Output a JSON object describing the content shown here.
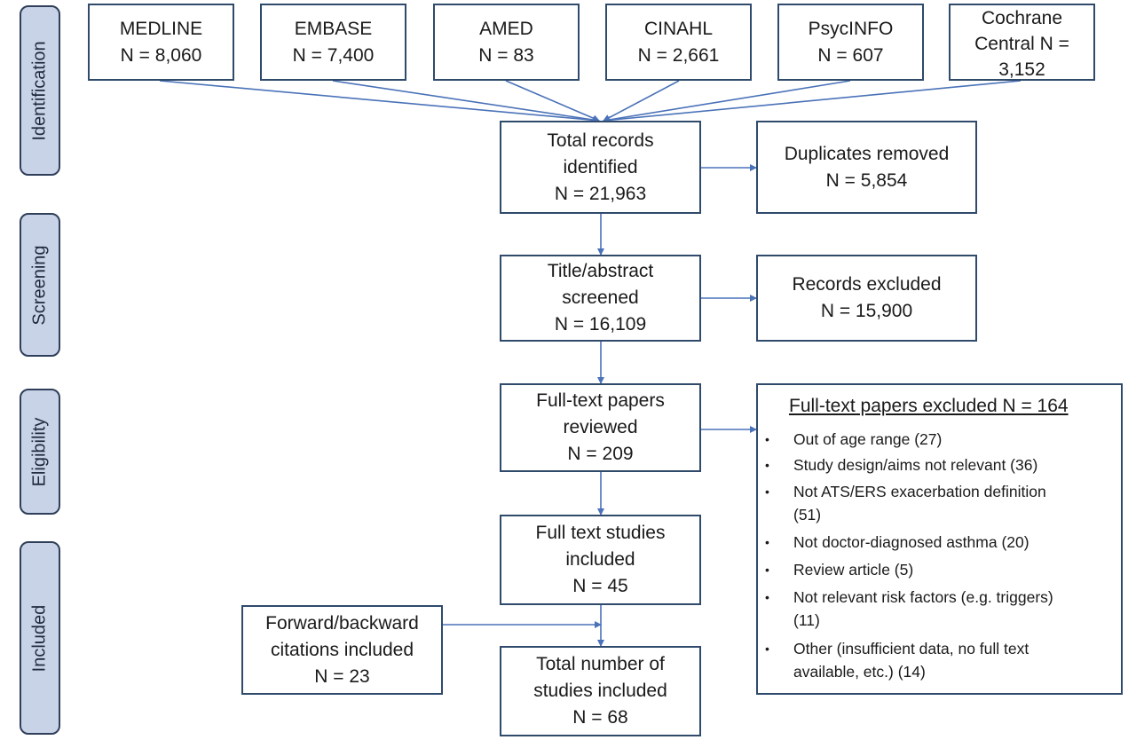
{
  "phases": [
    "Identification",
    "Screening",
    "Eligibility",
    "Included"
  ],
  "sources": [
    {
      "name": "MEDLINE",
      "count": "N = 8,060"
    },
    {
      "name": "EMBASE",
      "count": "N = 7,400"
    },
    {
      "name": "AMED",
      "count": "N = 83"
    },
    {
      "name": "CINAHL",
      "count": "N = 2,661"
    },
    {
      "name": "PsycINFO",
      "count": "N = 607"
    },
    {
      "name": "Cochrane",
      "count": "Central N =",
      "extra": "3,152"
    }
  ],
  "total_records": {
    "line1": "Total records",
    "line2": "identified",
    "count": "N = 21,963"
  },
  "duplicates": {
    "line1": "Duplicates removed",
    "count": "N = 5,854"
  },
  "screened": {
    "line1": "Title/abstract",
    "line2": "screened",
    "count": "N = 16,109"
  },
  "records_excluded": {
    "line1": "Records excluded",
    "count": "N = 15,900"
  },
  "fulltext_reviewed": {
    "line1": "Full-text papers",
    "line2": "reviewed",
    "count": "N = 209"
  },
  "fulltext_excluded": {
    "title": "Full-text papers excluded N = 164",
    "items": [
      {
        "line1": "Out of age range (27)"
      },
      {
        "line1": "Study design/aims not relevant (36)"
      },
      {
        "line1": "Not ATS/ERS exacerbation definition",
        "line2": "(51)"
      },
      {
        "line1": "Not doctor-diagnosed asthma (20)"
      },
      {
        "line1": "Review article (5)"
      },
      {
        "line1": "Not relevant risk factors (e.g. triggers)",
        "line2": "(11)"
      },
      {
        "line1": "Other (insufficient data, no full text",
        "line2": "available, etc.) (14)"
      }
    ]
  },
  "fulltext_included": {
    "line1": "Full text studies",
    "line2": "included",
    "count": "N = 45"
  },
  "citations": {
    "line1": "Forward/backward",
    "line2": "citations included",
    "count": "N = 23"
  },
  "total_included": {
    "line1": "Total number of",
    "line2": "studies included",
    "count": "N = 68"
  },
  "colors": {
    "box_border": "#2f4a6b",
    "arrow": "#4a72b8",
    "phase_fill": "#c9d3e8",
    "phase_border": "#2f3f5a"
  }
}
